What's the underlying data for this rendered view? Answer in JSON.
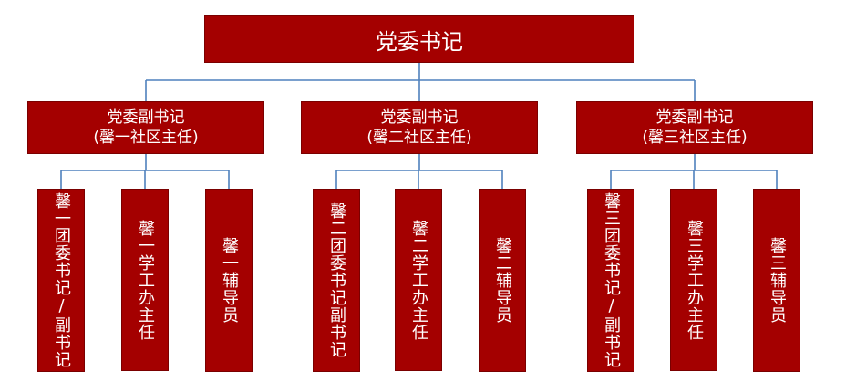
{
  "root": {
    "label": "党委书记"
  },
  "groups": [
    {
      "title": "党委副书记",
      "subtitle": "(馨一社区主任)",
      "children": [
        "馨一团委书记/副书记",
        "馨一学工办主任",
        "馨一辅导员"
      ]
    },
    {
      "title": "党委副书记",
      "subtitle": "(馨二社区主任)",
      "children": [
        "馨二团委书记副书记",
        "馨二学工办主任",
        "馨二辅导员"
      ]
    },
    {
      "title": "党委副书记",
      "subtitle": "(馨三社区主任)",
      "children": [
        "馨三团委书记/副书记",
        "馨三学工办主任",
        "馨三辅导员"
      ]
    }
  ],
  "colors": {
    "box_fill": "#a40000",
    "connector": "#4f81bd",
    "text": "#ffffff"
  }
}
